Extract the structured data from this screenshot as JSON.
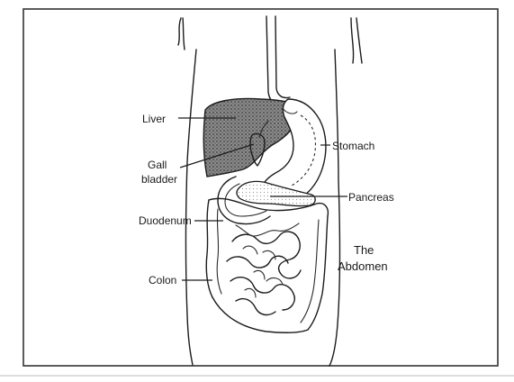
{
  "title": {
    "line1": "The",
    "line2": "Abdomen"
  },
  "labels": {
    "liver": "Liver",
    "gallbladder_line1": "Gall",
    "gallbladder_line2": "bladder",
    "duodenum": "Duodenum",
    "colon": "Colon",
    "stomach": "Stomach",
    "pancreas": "Pancreas"
  },
  "colors": {
    "liver_fill": "#5a5a5a",
    "frame": "#333333",
    "ink": "#1c1c1c"
  }
}
